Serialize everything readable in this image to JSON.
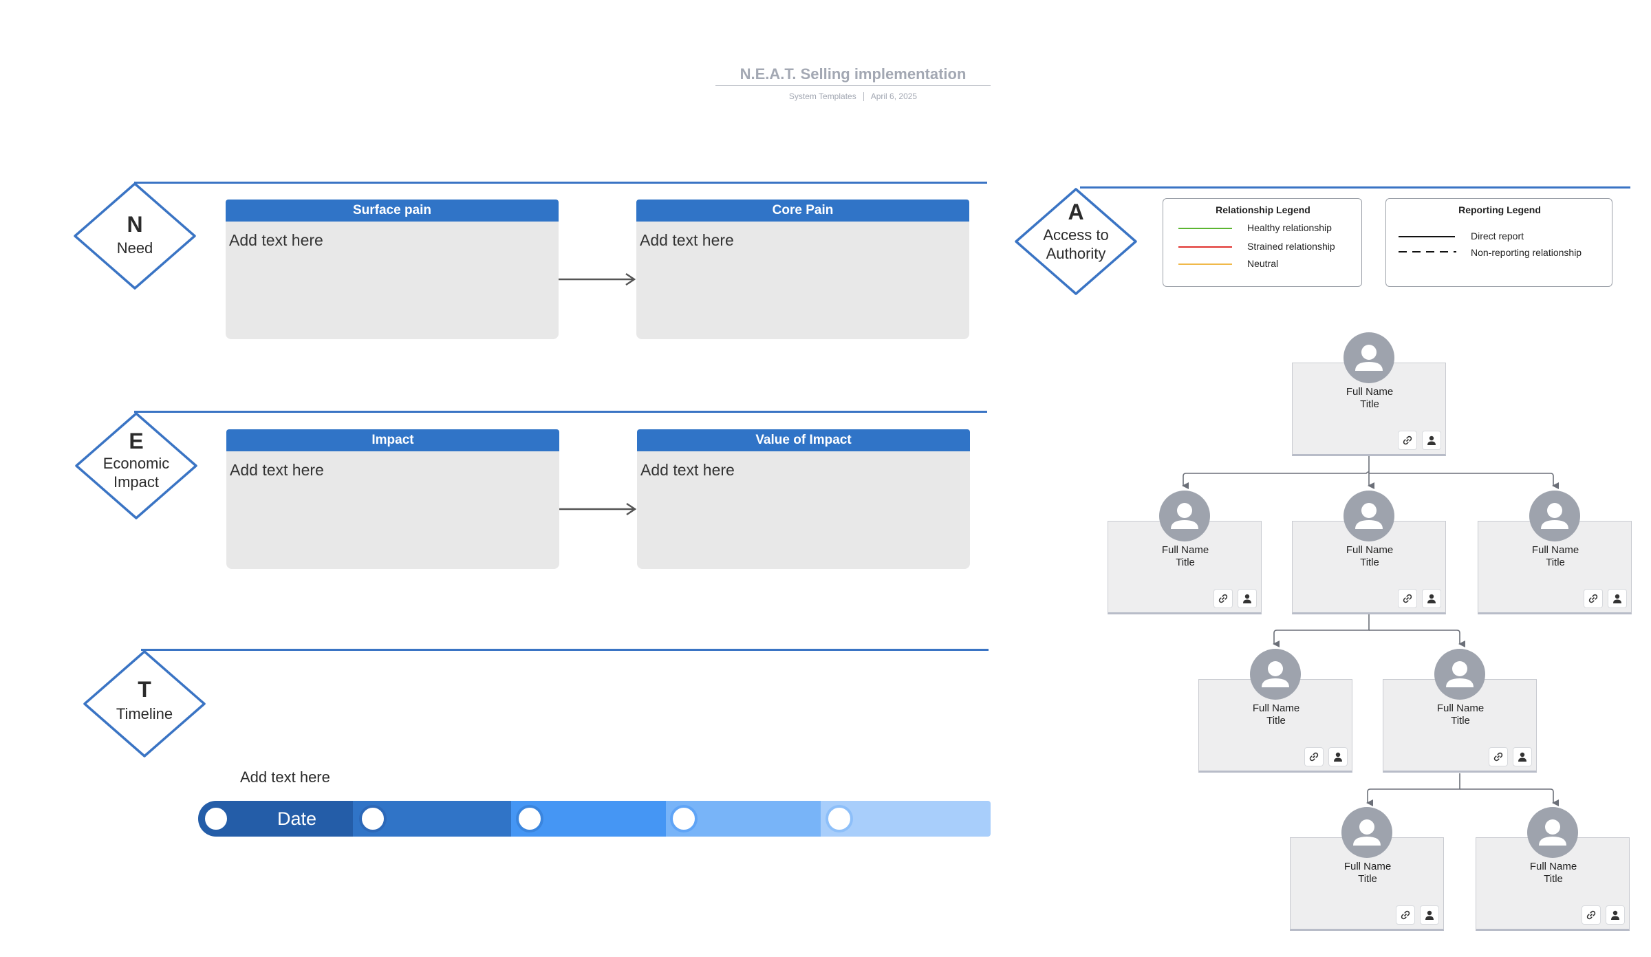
{
  "header": {
    "title": "N.E.A.T. Selling implementation",
    "source": "System Templates",
    "date": "April 6, 2025"
  },
  "colors": {
    "accent_blue": "#3074c7",
    "line_blue": "#3a74c4",
    "card_gray": "#e8e8e8",
    "healthy": "#5cb531",
    "strained": "#e0312d",
    "neutral": "#f0b94a"
  },
  "need": {
    "letter": "N",
    "word": "Need",
    "cards": [
      {
        "header": "Surface pain",
        "body": "Add text here"
      },
      {
        "header": "Core Pain",
        "body": "Add text here"
      }
    ]
  },
  "economic": {
    "letter": "E",
    "word_line1": "Economic",
    "word_line2": "Impact",
    "cards": [
      {
        "header": "Impact",
        "body": "Add text here"
      },
      {
        "header": "Value of Impact",
        "body": "Add text here"
      }
    ]
  },
  "timeline": {
    "letter": "T",
    "word": "Timeline",
    "text": "Add text here",
    "date_label": "Date"
  },
  "authority": {
    "letter": "A",
    "word_line1": "Access to",
    "word_line2": "Authority"
  },
  "relationship_legend": {
    "title": "Relationship Legend",
    "items": [
      {
        "label": "Healthy relationship",
        "color": "#5cb531"
      },
      {
        "label": "Strained relationship",
        "color": "#e0312d"
      },
      {
        "label": "Neutral",
        "color": "#f0b94a"
      }
    ]
  },
  "reporting_legend": {
    "title": "Reporting Legend",
    "items": [
      {
        "label": "Direct report",
        "style": "solid"
      },
      {
        "label": "Non-reporting relationship",
        "style": "dashed"
      }
    ]
  },
  "org_chart": {
    "person_name": "Full Name",
    "person_title": "Title",
    "link_icon": "link-icon",
    "profile_icon": "person-icon"
  }
}
